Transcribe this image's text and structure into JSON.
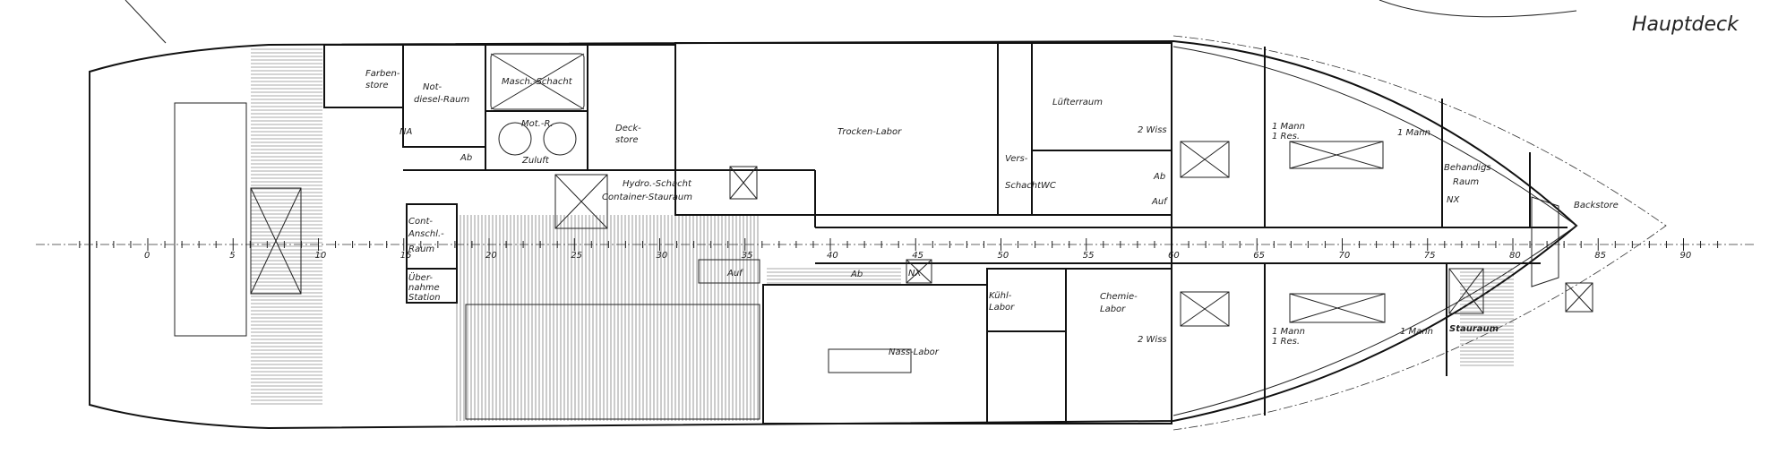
{
  "title": "Hauptdeck",
  "frames": {
    "labels": [
      0,
      5,
      10,
      15,
      20,
      25,
      30,
      35,
      40,
      45,
      50,
      55,
      60,
      65,
      70,
      75,
      80,
      85,
      90
    ]
  },
  "rooms": {
    "farbenstore": [
      "Farben-",
      "store"
    ],
    "notdiesel": [
      "Not-",
      "diesel-Raum"
    ],
    "masch_schacht": "Masch.-Schacht",
    "mot_r": "Mot.-R.",
    "zuluft": "Zuluft",
    "deckstore": [
      "Deck-",
      "store"
    ],
    "na_aft": "NA",
    "ab_aft": "Ab",
    "trocken_labor": "Trocken-Labor",
    "hydro_schacht": "Hydro.-Schacht",
    "container_stauraum": "Container-Stauraum",
    "cont_anschl": [
      "Cont-",
      "Anschl.-",
      "Raum"
    ],
    "uebernahme": [
      "Über-",
      "nahme",
      "Station"
    ],
    "lufterraum": "Lüfterraum",
    "vers_schacht": [
      "Vers-",
      "Schacht"
    ],
    "wc": "WC",
    "ab_stair": "Ab",
    "auf_stair": "Auf",
    "wiss_upper": "2 Wiss",
    "mann_res_upper": [
      "1 Mann",
      "1 Res."
    ],
    "mann_upper": "1 Mann",
    "behandigs": [
      "Behandigs",
      "Raum"
    ],
    "nx_upper": "NX",
    "backstore": "Backstore",
    "auf_lower": "Auf",
    "ab_lower": "Ab",
    "nx_lower": "NX",
    "nass_labor": "Nass-Labor",
    "kuehl_labor": [
      "Kühl-",
      "Labor"
    ],
    "chemie_labor": [
      "Chemie-",
      "Labor"
    ],
    "wiss_lower": "2 Wiss",
    "mann_res_lower": [
      "1 Mann",
      "1 Res."
    ],
    "mann_lower": "1 Mann",
    "stauraum": "Stauraum"
  }
}
